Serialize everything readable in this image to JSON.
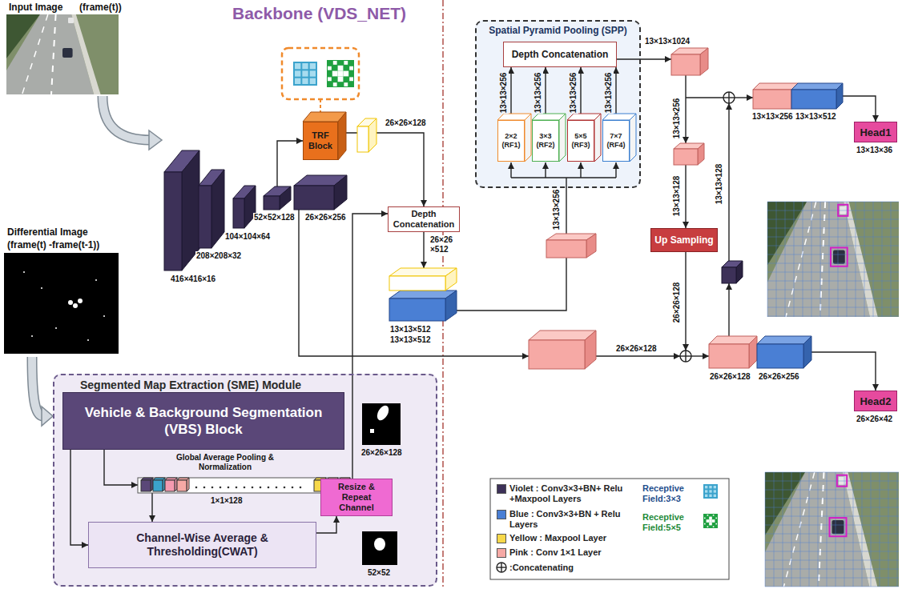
{
  "diagram": {
    "title": "Backbone (VDS_NET)",
    "nodes": [
      {
        "text": [
          "TRF Block"
        ]
      },
      {
        "text": [
          "Depth Concatenation"
        ]
      },
      {
        "text": [
          "Spatial Pyramid Pooling (SPP)"
        ]
      },
      {
        "text": [
          "Depth Concatenation"
        ],
        "in": 2
      },
      {
        "text": [
          "2×2 (RF1)"
        ],
        "in": 2
      },
      {
        "text": [
          "3×3 (RF2)"
        ],
        "in": 2
      },
      {
        "text": [
          "5×5 (RF3)"
        ],
        "in": 2
      },
      {
        "text": [
          "7×7 (RF4)"
        ],
        "in": 2
      },
      {
        "text": [
          "Up Sampling"
        ]
      },
      {
        "text": [
          "Head1"
        ]
      },
      {
        "text": [
          "Head2"
        ]
      },
      {
        "text": [
          "Segmented Map Extraction (SME) Module"
        ]
      },
      {
        "text": [
          "Vehicle & Background Segmentation (VBS) Block"
        ],
        "in": 11
      },
      {
        "text": [
          "Channel-Wise Average & Thresholding(CWAT)"
        ],
        "in": 11
      },
      {
        "text": [
          "Resize & Repeat Channel"
        ],
        "in": 11
      }
    ],
    "edges": [
      {
        "from": 4,
        "to": 3,
        "arrow": "to"
      },
      {
        "from": 5,
        "to": 3,
        "arrow": "to"
      },
      {
        "from": 6,
        "to": 3,
        "arrow": "to"
      },
      {
        "from": 7,
        "to": 3,
        "arrow": "to"
      },
      {
        "from": 12,
        "to": 13,
        "arrow": "to"
      },
      {
        "from": 13,
        "to": 14,
        "arrow": "to"
      },
      {
        "from": 14,
        "to": 1,
        "arrow": "to"
      },
      {
        "from": 0,
        "to": 1,
        "arrow": "to"
      }
    ],
    "labels": [
      "Input Image",
      "(frame(t))",
      "Differential Image",
      "(frame(t) -frame(t-1))",
      "416×416×16",
      "208×208×32",
      "104×104×64",
      "52×52×128",
      "26×26×256",
      "26×26×128",
      "26×26 ×512",
      "13×13×512",
      "13×13×512",
      "13×13×256",
      "13×13×256",
      "13×13×256",
      "13×13×256",
      "13×13×256",
      "13×13×1024",
      "13×13×256",
      "13×13×128",
      "26×26×128",
      "13×13×128",
      "13×13×256",
      "13×13×512",
      "13×13×36",
      "26×26×128",
      "26×26×128",
      "26×26×256",
      "26×26×42",
      "Global Average Pooling & Normalization",
      "1×1×128",
      "26×26×128",
      "52×52"
    ],
    "legend": [
      {
        "text": "Violet : Conv3×3+BN+ Relu +Maxpool Layers",
        "color": "#3d3158"
      },
      {
        "text": "Blue : Conv3×3+BN + Relu Layers",
        "color": "#4a7fd4"
      },
      {
        "text": "Yellow : Maxpool Layer",
        "color": "#f7d84a"
      },
      {
        "text": "Pink : Conv 1×1 Layer",
        "color": "#f6a9a5"
      },
      {
        "text": ":Concatenating"
      },
      {
        "text": "Receptive Field:3×3"
      },
      {
        "text": "Receptive Field:5×5"
      }
    ]
  }
}
